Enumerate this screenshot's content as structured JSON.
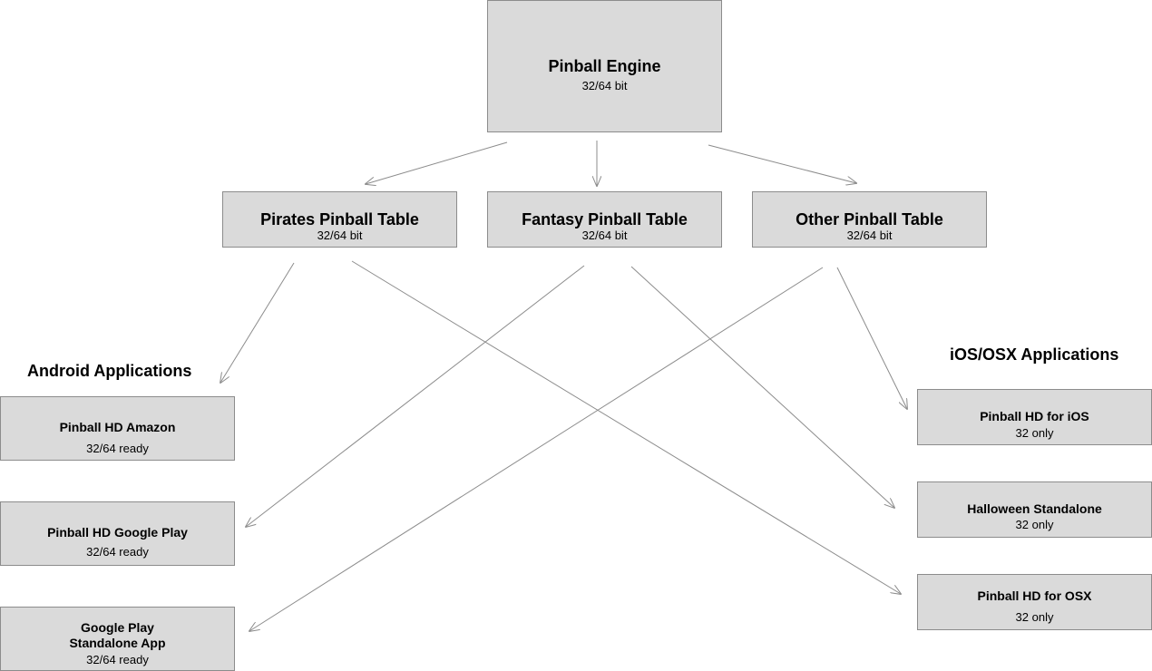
{
  "engine": {
    "title": "Pinball Engine",
    "subtitle": "32/64 bit"
  },
  "tables": [
    {
      "title": "Pirates Pinball Table",
      "subtitle": "32/64 bit"
    },
    {
      "title": "Fantasy Pinball Table",
      "subtitle": "32/64 bit"
    },
    {
      "title": "Other Pinball Table",
      "subtitle": "32/64 bit"
    }
  ],
  "groups": {
    "android": "Android Applications",
    "ios": "iOS/OSX Applications"
  },
  "android_apps": [
    {
      "title": "Pinball HD Amazon",
      "subtitle": "32/64 ready"
    },
    {
      "title": "Pinball HD Google Play",
      "subtitle": "32/64 ready"
    },
    {
      "title_line1": "Google Play",
      "title_line2": "Standalone App",
      "subtitle": "32/64 ready"
    }
  ],
  "ios_apps": [
    {
      "title": "Pinball HD for iOS",
      "subtitle": "32 only"
    },
    {
      "title": "Halloween Standalone",
      "subtitle": "32 only"
    },
    {
      "title": "Pinball HD for OSX",
      "subtitle": "32 only"
    }
  ],
  "colors": {
    "box_fill": "#dadada",
    "box_border": "#8c8c8c",
    "arrow": "#8c8c8c"
  }
}
